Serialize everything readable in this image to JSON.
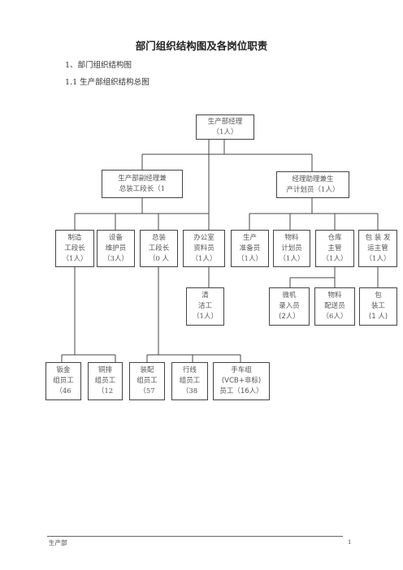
{
  "document": {
    "title": "部门组织结构图及各岗位职责",
    "heading1": "1、部门组织结构图",
    "heading2": "1.1 生产部组织结构总图"
  },
  "org_chart": {
    "manager": {
      "line1": "生产部经理",
      "line2": "（1人）"
    },
    "deputy": {
      "line1": "生产部副经理兼",
      "line2": "总装工段长（1"
    },
    "assistant": {
      "line1": "经理助理兼生",
      "line2": "产计划员（1人）"
    },
    "level3": [
      {
        "line1": "制造",
        "line2": "工段长",
        "line3": "（1人）"
      },
      {
        "line1": "设备",
        "line2": "维护员",
        "line3": "（3人）"
      },
      {
        "line1": "总装",
        "line2": "工段长",
        "line3": "（0 人"
      },
      {
        "line1": "办公室",
        "line2": "资料员",
        "line3": "（1人）"
      },
      {
        "line1": "生产",
        "line2": "准备员",
        "line3": "（1人）"
      },
      {
        "line1": "物料",
        "line2": "计划员",
        "line3": "（1人）"
      },
      {
        "line1": "仓库",
        "line2": "主管",
        "line3": "（1人）"
      },
      {
        "line1": "包 装 发",
        "line2": "运主管",
        "line3": "（1人）"
      }
    ],
    "level4": [
      {
        "line1": "清",
        "line2": "洁工",
        "line3": "（1人）"
      },
      {
        "line1": "微机",
        "line2": "录入员",
        "line3": "(2人）"
      },
      {
        "line1": "物料",
        "line2": "配送员",
        "line3": "（6人）"
      },
      {
        "line1": "包",
        "line2": "装工",
        "line3": "(1 人)"
      }
    ],
    "level5": [
      {
        "line1": "钣金",
        "line2": "组员工",
        "line3": "（46"
      },
      {
        "line1": "铜排",
        "line2": "组员工",
        "line3": "（12"
      },
      {
        "line1": "装配",
        "line2": "组员工",
        "line3": "（57"
      },
      {
        "line1": "行线",
        "line2": "组员工",
        "line3": "（38"
      },
      {
        "line1": "手车组",
        "line2": "(VCB+非标)",
        "line3": "员工（16人）"
      }
    ]
  },
  "footer": {
    "left": "生产部",
    "page": "1"
  }
}
